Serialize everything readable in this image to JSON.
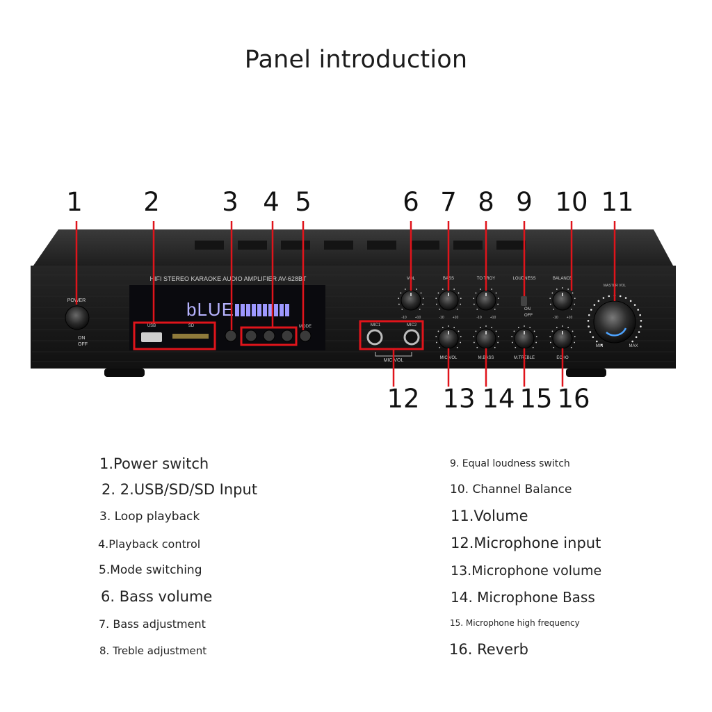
{
  "title": "Panel introduction",
  "device": {
    "model_text": "HIFI STEREO KARAOKE AUDIO AMPLIFIER AV-628BT",
    "display_text": "bLUE",
    "power_label": "POWER",
    "power_on": "ON",
    "power_off": "OFF",
    "usb_label": "USB",
    "sd_label": "SD",
    "mode_label": "MODE",
    "mic_vol_label": "MIC VOL",
    "mic_labels": [
      "MIC1",
      "MIC2"
    ],
    "loudness_label": "LOUDNESS",
    "loudness_on": "ON",
    "loudness_off": "OFF",
    "master_vol_label": "MASTER VOL",
    "min_label": "MIN",
    "max_label": "MAX",
    "top_knob_labels": [
      "VOL",
      "BASS",
      "TO TROY",
      "BALANCE"
    ],
    "bottom_knob_labels": [
      "MIC VOL",
      "M.BASS",
      "M.TREBLE",
      "ECHO"
    ],
    "scale_minus": "-10",
    "scale_plus": "+10",
    "accent_color": "#e0141b",
    "body_color": "#161616"
  },
  "callouts_top": [
    "1",
    "2",
    "3",
    "4",
    "5",
    "6",
    "7",
    "8",
    "9",
    "10",
    "11"
  ],
  "callouts_bottom": [
    "12",
    "13",
    "14",
    "15",
    "16"
  ],
  "legend_left": [
    "1.Power switch",
    "2. 2.USB/SD/SD Input",
    "3. Loop playback",
    "4.Playback control",
    "5.Mode switching",
    "6. Bass volume",
    "7. Bass adjustment",
    "8. Treble adjustment"
  ],
  "legend_right": [
    "9. Equal loudness switch",
    "10. Channel Balance",
    "11.Volume",
    "12.Microphone input",
    "13.Microphone volume",
    "14. Microphone Bass",
    "15. Microphone high frequency",
    "16. Reverb"
  ]
}
